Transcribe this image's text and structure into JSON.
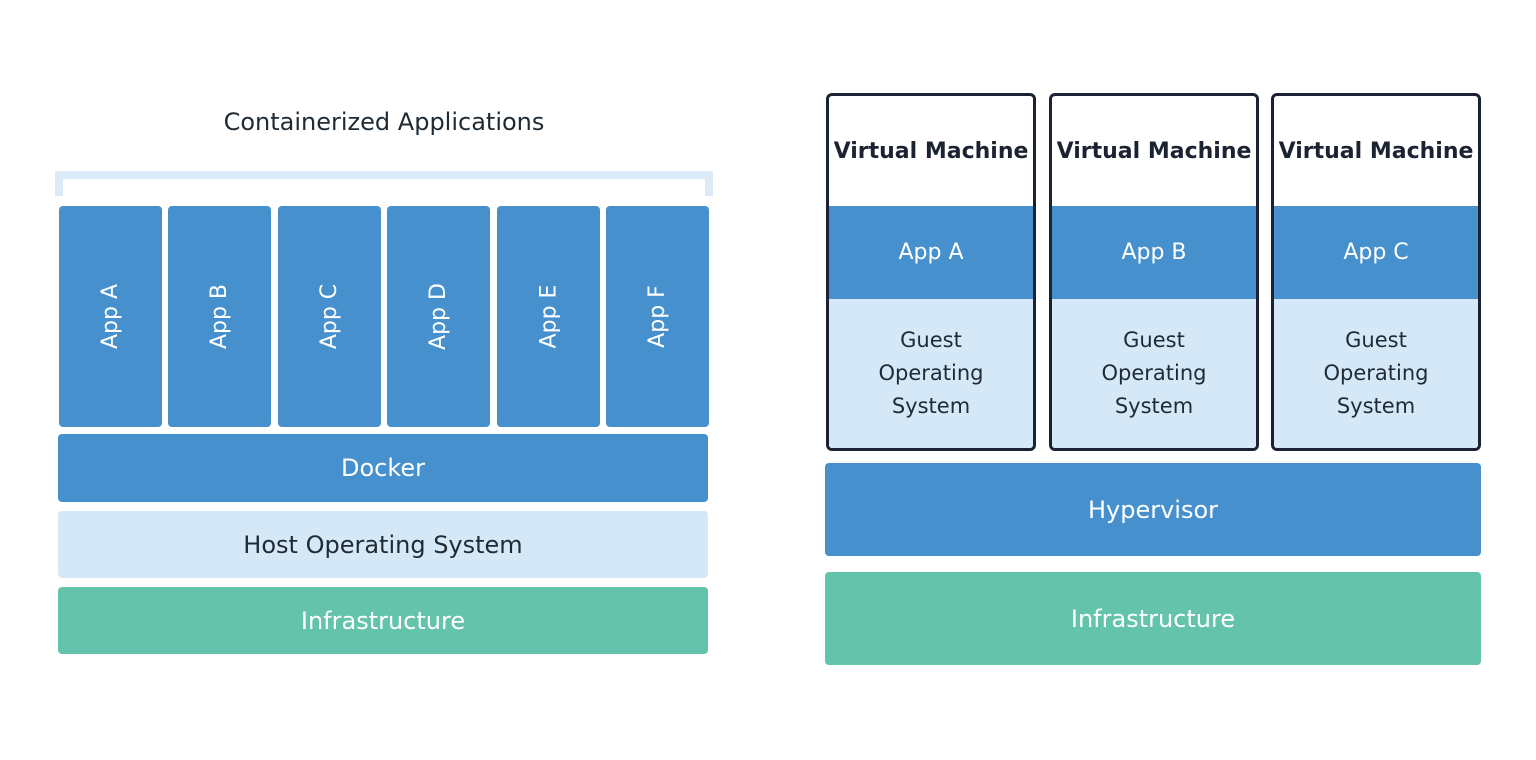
{
  "containerized": {
    "title": "Containerized Applications",
    "apps": [
      "App A",
      "App B",
      "App C",
      "App D",
      "App E",
      "App F"
    ],
    "docker": "Docker",
    "host_os": "Host Operating System",
    "infrastructure": "Infrastructure"
  },
  "virtual_machines": {
    "machines": [
      {
        "title": "Virtual Machine",
        "app": "App A",
        "guest_os": [
          "Guest",
          "Operating",
          "System"
        ]
      },
      {
        "title": "Virtual Machine",
        "app": "App B",
        "guest_os": [
          "Guest",
          "Operating",
          "System"
        ]
      },
      {
        "title": "Virtual Machine",
        "app": "App C",
        "guest_os": [
          "Guest",
          "Operating",
          "System"
        ]
      }
    ],
    "hypervisor": "Hypervisor",
    "infrastructure": "Infrastructure"
  },
  "colors": {
    "blue": "#4690cd",
    "light_blue": "#d5e8f8",
    "green": "#64c3ab",
    "vm_border": "#1b2333",
    "bracket": "#dceaf7"
  }
}
